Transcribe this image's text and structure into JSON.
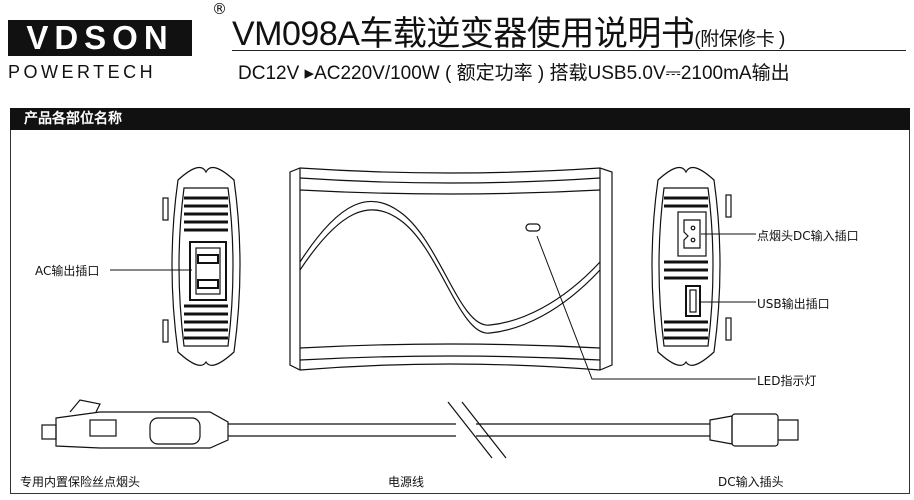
{
  "brand": {
    "logo": "VDSON",
    "sub": "POWERTECH",
    "registered": "®"
  },
  "header": {
    "title": "VM098A车载逆变器使用说明书",
    "title_suffix": "(附保修卡 )",
    "subtitle": "DC12V ▸AC220V/100W ( 额定功率 ) 搭载USB5.0V⎓2100mA输出"
  },
  "section": {
    "title": "产品各部位名称"
  },
  "labels": {
    "ac_output": "AC输出插口",
    "dc_input_socket": "点烟头DC输入插口",
    "usb_output": "USB输出插口",
    "led": "LED指示灯",
    "cig_plug": "专用内置保险丝点烟头",
    "power_cord": "电源线",
    "dc_plug": "DC输入插头"
  }
}
